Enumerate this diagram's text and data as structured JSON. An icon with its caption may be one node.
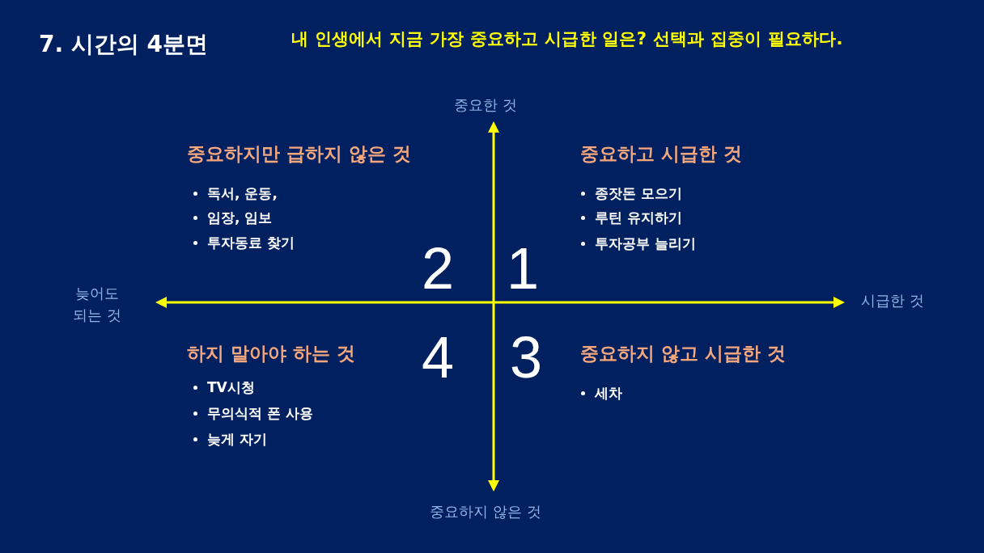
{
  "diagram": {
    "title": "7. 시간의 4분면",
    "labels": [
      "내 인생에서 지금 가장 중요하고 시급한 일은? 선택과 집중이 필요하다.",
      "중요한 것",
      "중요하지만 급하지 않은 것",
      "독서, 운동,",
      "임장, 임보",
      "투자동료 찾기",
      "중요하고 시급한 것",
      "종잣돈 모으기",
      "루틴 유지하기",
      "투자공부 늘리기",
      "2",
      "1",
      "늦어도 되는 것",
      "시급한 것",
      "하지 말아야 하는 것",
      "TV시청",
      "무의식적 폰 사용",
      "늦게 자기",
      "4",
      "3",
      "중요하지 않고 시급한 것",
      "세차",
      "중요하지 않은 것"
    ]
  }
}
